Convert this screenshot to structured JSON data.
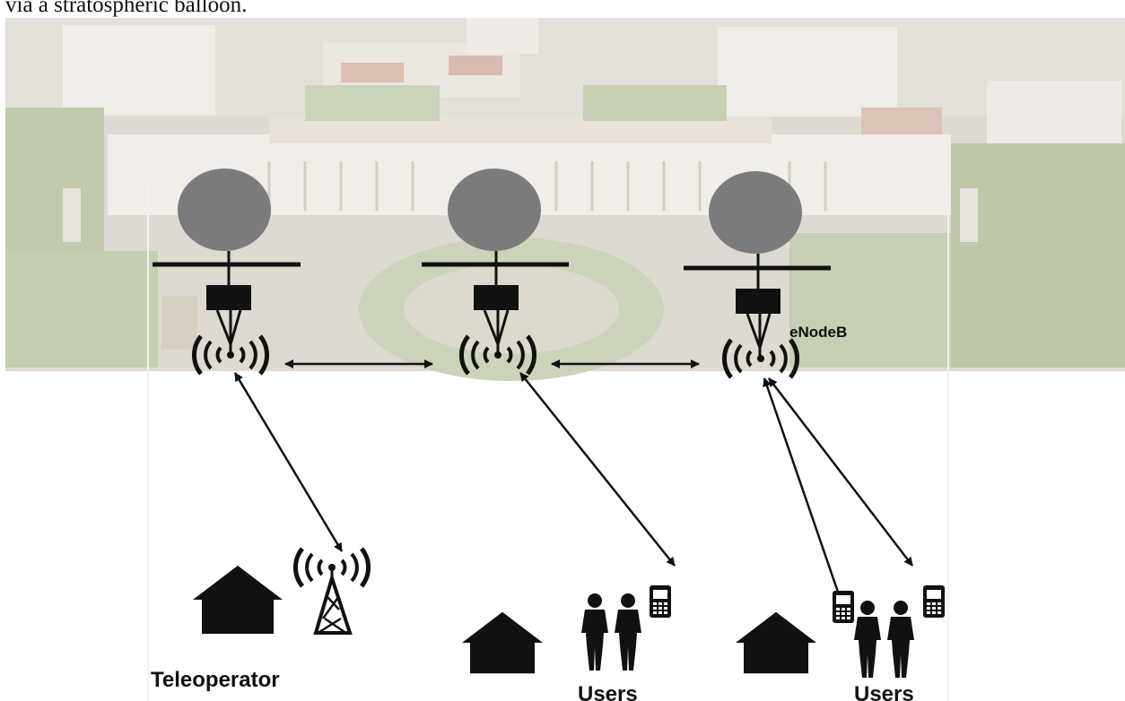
{
  "caption": "via a stratospheric balloon.",
  "labels": {
    "enodeb": "eNodeB",
    "teleoperator": "Teleoperator",
    "users_1": "Users",
    "users_2": "Users"
  },
  "colors": {
    "balloon": "#7b7b7b",
    "ink": "#111111",
    "photo_sky": "#d9d5cc",
    "photo_buildings": "#eeeae4",
    "photo_trees": "#b9c6a6",
    "photo_roofs": "#d6b7aa"
  },
  "icons": [
    "balloon-icon",
    "payload-box-icon",
    "wireless-signal-icon",
    "house-icon",
    "antenna-tower-icon",
    "person-icon",
    "mobile-phone-icon"
  ]
}
